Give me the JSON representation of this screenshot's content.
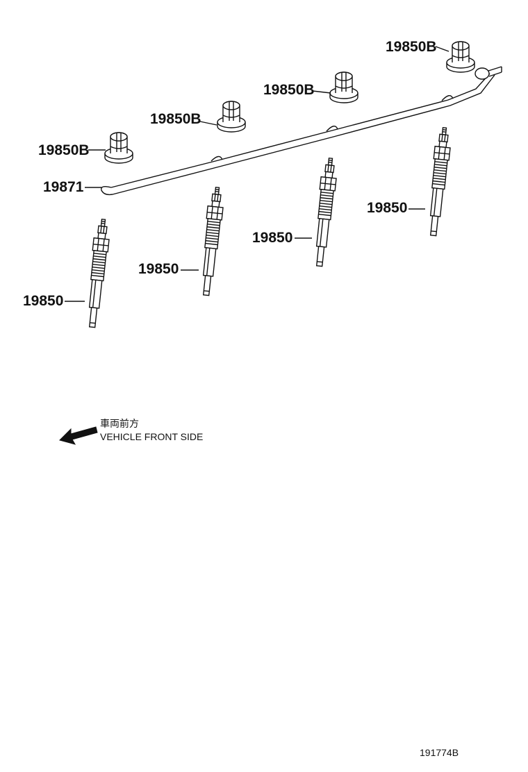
{
  "diagram": {
    "callouts": {
      "nut_1": "19850B",
      "nut_2": "19850B",
      "nut_3": "19850B",
      "nut_4": "19850B",
      "bus_bar": "19871",
      "plug_1": "19850",
      "plug_2": "19850",
      "plug_3": "19850",
      "plug_4": "19850"
    },
    "direction_note": {
      "japanese": "車両前方",
      "english": "VEHICLE FRONT SIDE"
    },
    "reference_number": "191774B"
  }
}
